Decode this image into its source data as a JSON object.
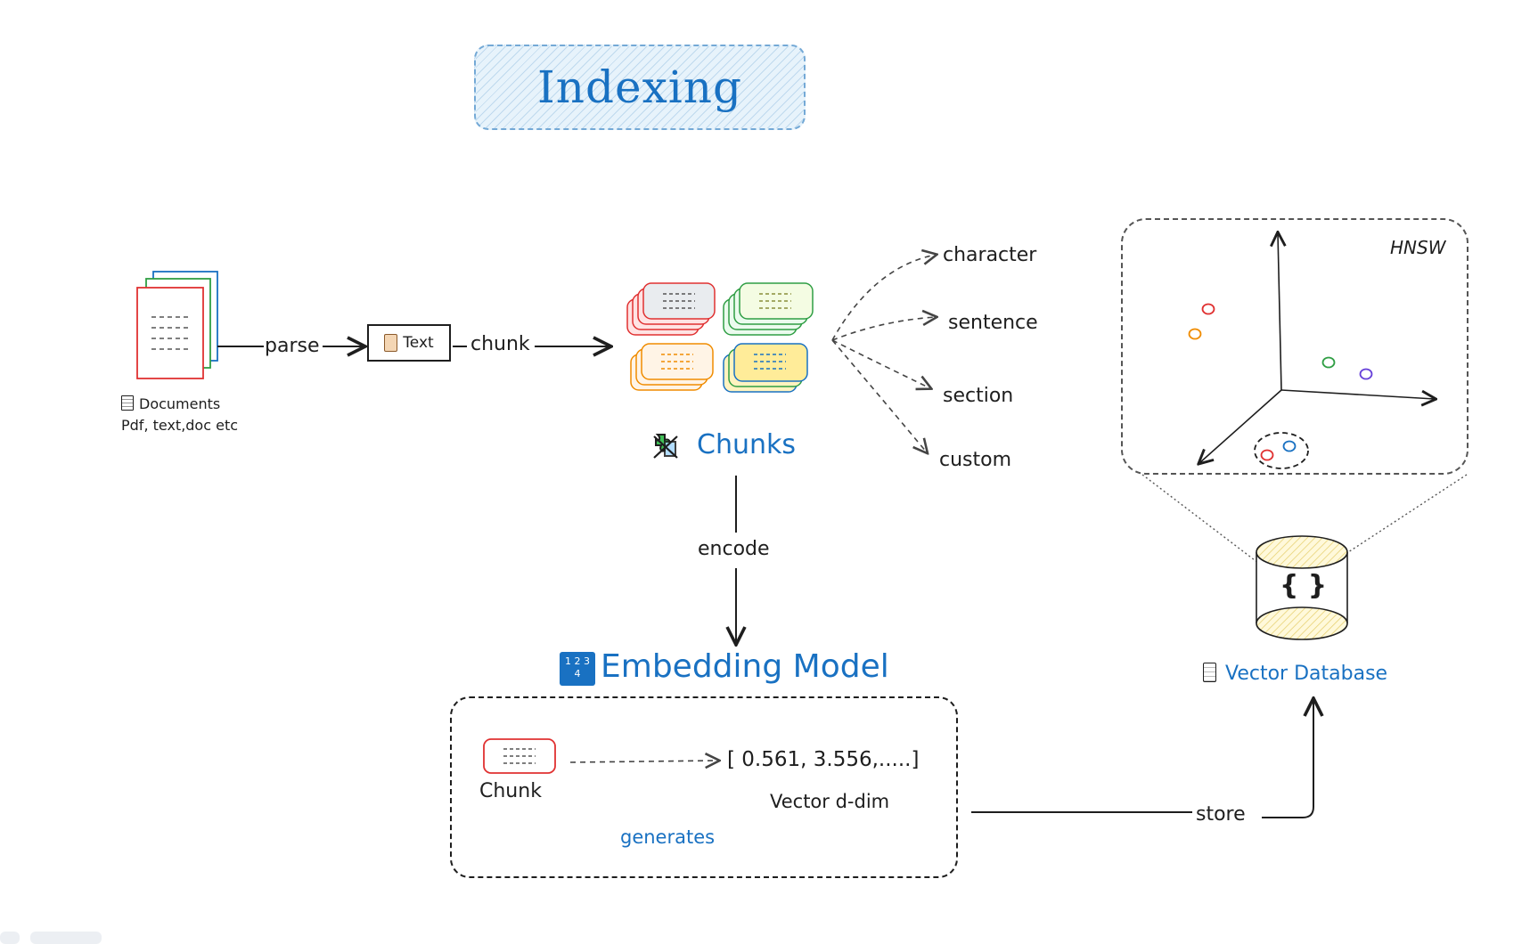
{
  "title": "Indexing",
  "documents": {
    "icon": "document-icon",
    "label": "Documents",
    "sublabel": "Pdf, text,doc etc"
  },
  "text_node": {
    "icon": "scroll-icon",
    "label": "Text"
  },
  "edges": {
    "parse": "parse",
    "chunk": "chunk",
    "encode": "encode",
    "store": "store"
  },
  "chunks": {
    "icon": "puzzle-icon",
    "label": "Chunks"
  },
  "strategies": [
    "character",
    "sentence",
    "section",
    "custom"
  ],
  "hnsw": {
    "label": "HNSW"
  },
  "vector_db": {
    "icon": "database-icon",
    "label": "Vector Database",
    "glyph": "{ }"
  },
  "embedding_model": {
    "icon": "numbers-icon",
    "icon_text": "1 2 3 4",
    "label": "Embedding Model"
  },
  "embedding": {
    "chunk_label": "Chunk",
    "vector_text": "[ 0.561, 3.556,.....]",
    "vector_label": "Vector d-dim",
    "generates": "generates"
  },
  "colors": {
    "accent": "#1971c2",
    "red": "#e03131",
    "green": "#2f9e44",
    "blue": "#1971c2",
    "orange": "#f08c00",
    "purple": "#6741d9",
    "yellow": "#fff3bf"
  }
}
